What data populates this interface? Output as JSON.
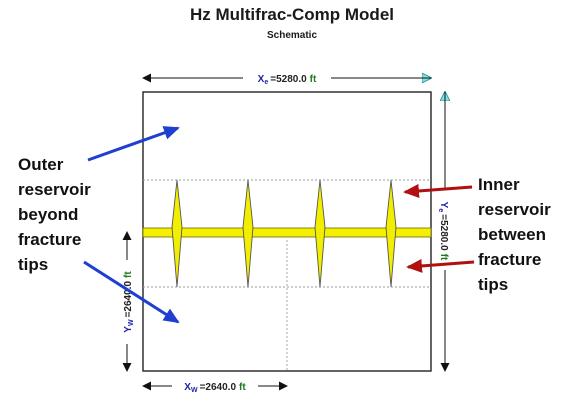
{
  "header": {
    "title": "Hz Multifrac-Comp Model",
    "subtitle": "Schematic"
  },
  "dimensions": {
    "xe": {
      "symbol": "X",
      "subscript": "e",
      "value": "=5280.0",
      "unit": "ft"
    },
    "ye": {
      "symbol": "Y",
      "subscript": "e",
      "value": "=5280.0",
      "unit": "ft"
    },
    "yw": {
      "symbol": "Y",
      "subscript": "W",
      "value": "=2640.0",
      "unit": "ft"
    },
    "xw": {
      "symbol": "X",
      "subscript": "W",
      "value": "=2640.0",
      "unit": "ft"
    }
  },
  "callouts": {
    "outer": [
      "Outer",
      "reservoir",
      "beyond",
      "fracture",
      "tips"
    ],
    "inner": [
      "Inner",
      "reservoir",
      "between",
      "fracture",
      "tips"
    ]
  },
  "colors": {
    "symbol": "#1f1fa8",
    "value": "#222222",
    "unit": "#1e7a1e",
    "well": "#f4f000",
    "outer_arrow": "#1f3fd0",
    "inner_arrow": "#b01010"
  }
}
